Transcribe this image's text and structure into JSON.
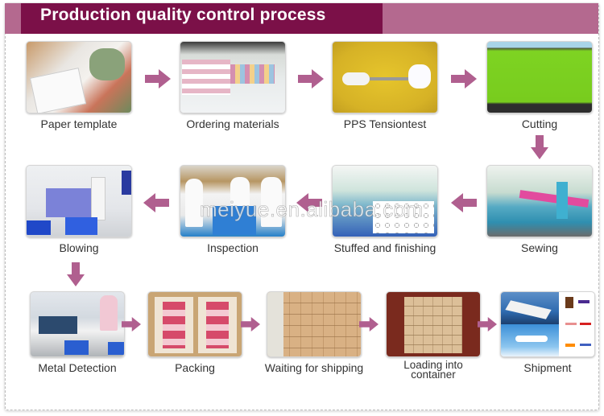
{
  "header": {
    "title": "Production quality control process",
    "colors": {
      "band": "#b4698f",
      "title_bg": "#7b1048",
      "arrow": "#b05f8f"
    }
  },
  "steps": [
    {
      "id": "paper-template",
      "label": "Paper template"
    },
    {
      "id": "ordering-materials",
      "label": "Ordering materials"
    },
    {
      "id": "pps-tensiontest",
      "label": "PPS Tensiontest"
    },
    {
      "id": "cutting",
      "label": "Cutting"
    },
    {
      "id": "sewing",
      "label": "Sewing"
    },
    {
      "id": "stuffed-and-finishing",
      "label": "Stuffed and finishing"
    },
    {
      "id": "inspection",
      "label": "Inspection"
    },
    {
      "id": "blowing",
      "label": "Blowing"
    },
    {
      "id": "metal-detection",
      "label": "Metal Detection"
    },
    {
      "id": "packing",
      "label": "Packing"
    },
    {
      "id": "waiting-for-shipping",
      "label": "Waiting for shipping"
    },
    {
      "id": "loading-into-container",
      "label": "Loading into container",
      "label_line1": "Loading into",
      "label_line2": "container"
    },
    {
      "id": "shipment",
      "label": "Shipment"
    }
  ],
  "watermark": "meiyue.en.alibaba.com"
}
